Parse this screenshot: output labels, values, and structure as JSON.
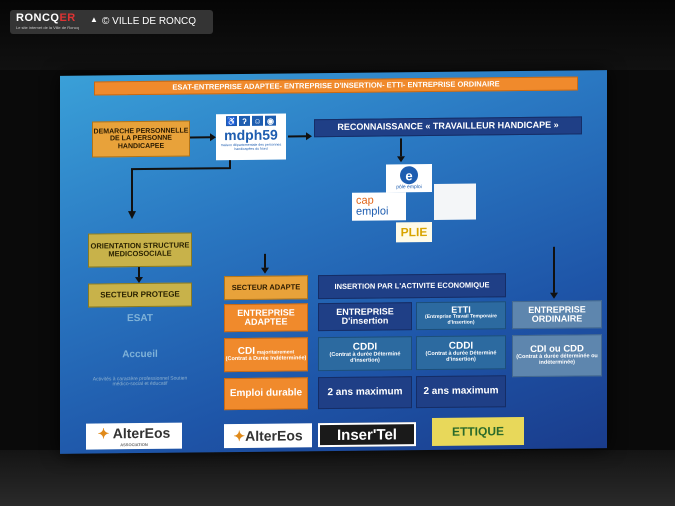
{
  "watermark": {
    "brand_main": "RONCQ",
    "brand_accent": "ER",
    "tagline": "Le site internet de la Ville de Roncq",
    "copyright": "© VILLE DE RONCQ"
  },
  "slide": {
    "title": "ESAT-ENTREPRISE ADAPTEE- ENTREPRISE D'INSERTION- ETTI- ENTREPRISE ORDINAIRE",
    "demarche": "DEMARCHE PERSONNELLE DE LA PERSONNE HANDICAPEE",
    "mdph": {
      "name": "mdph59",
      "subtitle": "maison départementale des personnes handicapées du Nord"
    },
    "reconnaissance": "RECONNAISSANCE « TRAVAILLEUR HANDICAPE »",
    "pole_emploi": "pôle emploi",
    "cap_emploi": {
      "line1": "cap",
      "line2": "emploi"
    },
    "plie": "PLIE",
    "orientation": "ORIENTATION STRUCTURE MEDICOSOCIALE",
    "secteur_protege": "SECTEUR PROTEGE",
    "esat": "ESAT",
    "accueil": "Accueil",
    "accueil_desc": "Activités à caractère professionnel Soutien médico-social et éducatif",
    "secteur_adapte": "SECTEUR ADAPTE",
    "entreprise_adaptee": "ENTREPRISE ADAPTEE",
    "cdi_title": "CDI",
    "cdi_tag": "majoritairement",
    "cdi_desc": "(Contrat à Durée Indéterminée)",
    "emploi_durable": "Emploi durable",
    "insertion_header": "INSERTION PAR L'ACTIVITE ECONOMIQUE",
    "entreprise_insertion": "ENTREPRISE D'insertion",
    "cddi_1": {
      "title": "CDDI",
      "desc": "(Contrat à durée Déterminé d'insertion)"
    },
    "two_years_1": "2 ans maximum",
    "etti": {
      "title": "ETTI",
      "desc": "(Entreprise Travail Temporaire d'Insertion)"
    },
    "cddi_2": {
      "title": "CDDI",
      "desc": "(Contrat à durée Déterminé d'insertion)"
    },
    "two_years_2": "2 ans maximum",
    "entreprise_ordinaire": "ENTREPRISE ORDINAIRE",
    "cdi_cdd": {
      "title": "CDI ou CDD",
      "desc": "(Contrat à durée déterminée ou indéterminée)"
    },
    "logos": {
      "altereos_1": "AlterEos",
      "altereos_1_sub": "ASSOCIATION",
      "altereos_2": "AlterEos",
      "inser_tel": "Inser'Tel",
      "ettique": "ETTIQUE"
    }
  },
  "colors": {
    "slide_top": "#3aa0d8",
    "slide_bottom": "#1a3c8c",
    "orange": "#f08a2c",
    "olive": "#c8b24a",
    "navy": "#1f3f86"
  }
}
